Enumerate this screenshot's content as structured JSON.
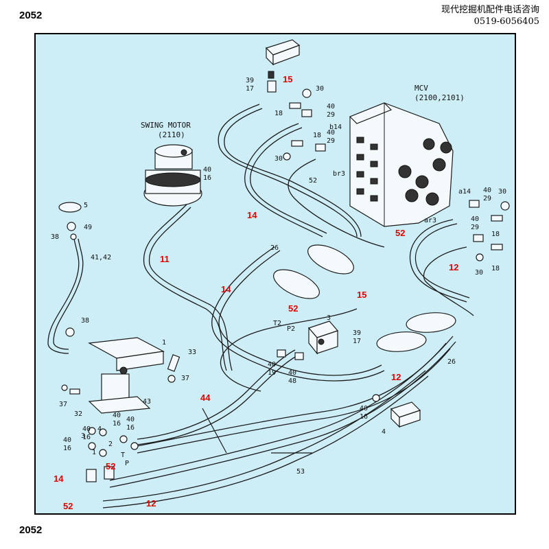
{
  "header": {
    "page_number": "2052",
    "contact_line1": "现代挖掘机配件电话咨询",
    "contact_line2": "0519-6056405"
  },
  "footer": {
    "page_number": "2052"
  },
  "diagram": {
    "swing_motor_title": "SWING MOTOR",
    "swing_motor_ref": "(2110)",
    "mcv_title": "MCV",
    "mcv_ref": "(2100,2101)",
    "port_labels": {
      "b14": "b14",
      "br3": "br3",
      "a14": "a14",
      "ar3": "ar3",
      "t2": "T2",
      "p2": "P2",
      "t": "T",
      "p": "P"
    },
    "red_labels": {
      "l15_top": "15",
      "l52_mcv": "52",
      "l14_left": "14",
      "l11": "11",
      "l12_right": "12",
      "l14_mid": "14",
      "l52_mid": "52",
      "l15_mid": "15",
      "l12_mid": "12",
      "l44": "44",
      "l14_bottom": "14",
      "l52_bottom_a": "52",
      "l52_bottom_b": "52",
      "l12_bottom": "12"
    },
    "black_labels": {
      "n39": "39",
      "n17": "17",
      "n30a": "30",
      "n18a": "18",
      "n40a": "40",
      "n29a": "29",
      "n18b": "18",
      "n40b": "40",
      "n29b": "29",
      "n30b": "30",
      "n52": "52",
      "n40c": "40",
      "n16a": "16",
      "n5": "5",
      "n49": "49",
      "n38": "38",
      "n4142": "41,42",
      "n26a": "26",
      "n40d": "40",
      "n29c": "29",
      "n30c": "30",
      "n18c": "18",
      "n40e": "40",
      "n29d": "29",
      "n18d": "18",
      "n30d": "30",
      "n38b": "38",
      "n1": "1",
      "n33": "33",
      "n37a": "37",
      "n43": "43",
      "n37b": "37",
      "n32": "32",
      "n3": "3",
      "n39b": "39",
      "n17b": "17",
      "n40f": "40",
      "n19": "19",
      "n40g": "40",
      "n48": "48",
      "n26b": "26",
      "n40h": "40",
      "n16b": "16",
      "n4": "4",
      "n53": "53",
      "n40i": "40",
      "n16c": "16",
      "n40j": "40",
      "n16d": "16",
      "n2": "2",
      "n40k": "40",
      "n16e": "16",
      "n3b": "3",
      "n4b": "4",
      "n40l": "40",
      "n16f": "16",
      "n1b": "1"
    }
  }
}
